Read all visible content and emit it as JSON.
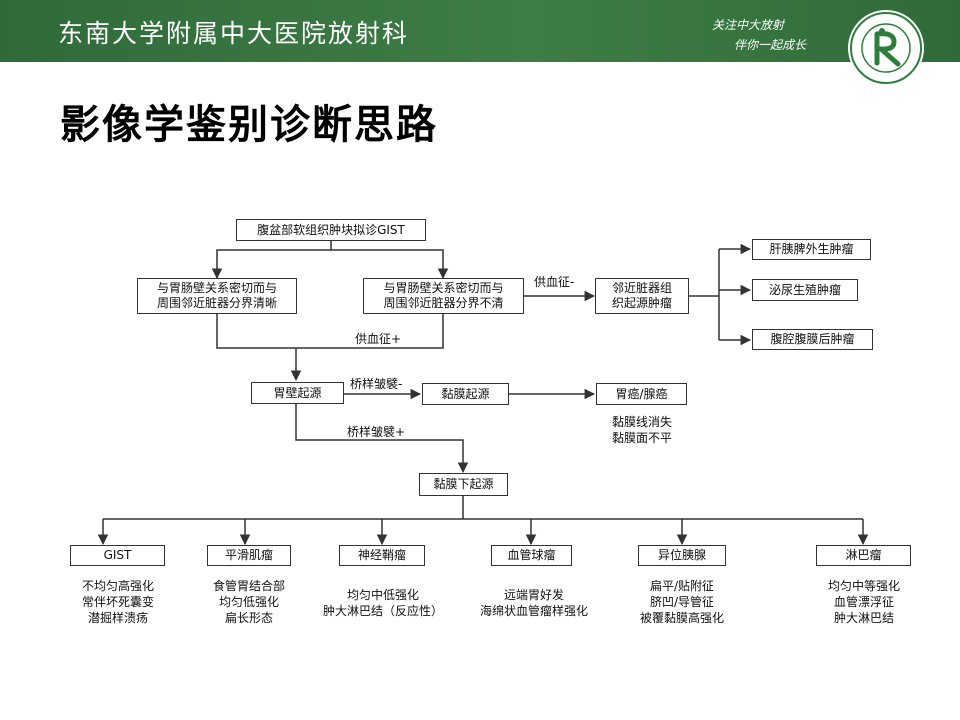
{
  "header": {
    "title": "东南大学附属中大医院放射科",
    "slogan_line1": "关注中大放射",
    "slogan_line2": "伴你一起成长"
  },
  "page_title": "影像学鉴别诊断思路",
  "nodes": {
    "root": "腹盆部软组织肿块拟诊GIST",
    "clear": "与胃肠壁关系密切而与\n周围邻近脏器分界清晰",
    "unclear": "与胃肠壁关系密切而与\n周围邻近脏器分界不清",
    "adjacent": "邻近脏器组\n织起源肿瘤",
    "liver": "肝胰脾外生肿瘤",
    "uro": "泌尿生殖肿瘤",
    "retro": "腹腔腹膜后肿瘤",
    "gastric_wall": "胃壁起源",
    "mucosa": "黏膜起源",
    "cancer": "胃癌/腺癌",
    "submucosa": "黏膜下起源",
    "gist": "GIST",
    "smooth": "平滑肌瘤",
    "neuro": "神经鞘瘤",
    "glomus": "血管球瘤",
    "ectopic": "异位胰腺",
    "lymphoma": "淋巴瘤"
  },
  "edge_labels": {
    "blood_minus": "供血征-",
    "blood_plus": "供血征+",
    "bridge_minus": "桥样皱襞-",
    "bridge_plus": "桥样皱襞+"
  },
  "notes": {
    "cancer": "黏膜线消失\n黏膜面不平",
    "gist": "不均匀高强化\n常伴坏死囊变\n潜掘样溃疡",
    "smooth": "食管胃结合部\n均匀低强化\n扁长形态",
    "neuro": "均匀中低强化\n肿大淋巴结（反应性）",
    "glomus": "远端胃好发\n海绵状血管瘤样强化",
    "ectopic": "扁平/贴附征\n脐凹/导管征\n被覆黏膜高强化",
    "lymphoma": "均匀中等强化\n血管漂浮征\n肿大淋巴结"
  }
}
